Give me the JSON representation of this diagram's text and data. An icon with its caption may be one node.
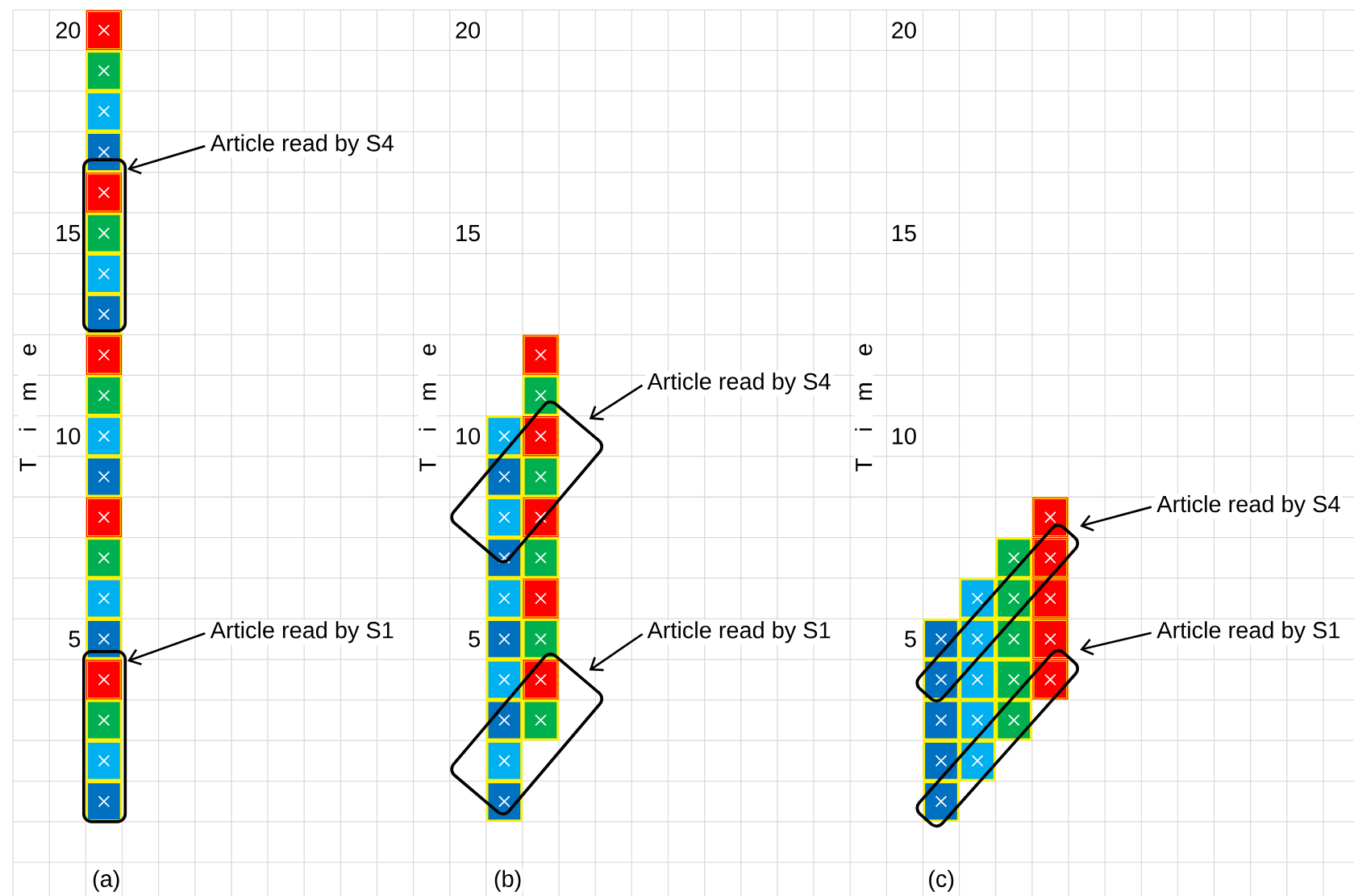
{
  "diagram": {
    "nodes": [
      {
        "text": [
          "Article read by S4"
        ]
      },
      {
        "text": [],
        "shape": "box"
      },
      {
        "text": [
          "Article read by S1"
        ]
      },
      {
        "text": [],
        "shape": "box"
      },
      {
        "text": [
          "Article read by S4"
        ]
      },
      {
        "text": [],
        "shape": "box"
      },
      {
        "text": [
          "Article read by S1"
        ]
      },
      {
        "text": [],
        "shape": "box"
      },
      {
        "text": [
          "Article read by S4"
        ]
      },
      {
        "text": [],
        "shape": "box"
      },
      {
        "text": [
          "Article read by S1"
        ]
      },
      {
        "text": [],
        "shape": "box"
      }
    ],
    "edges": [
      {
        "from": 0,
        "to": 1,
        "arrow": "to"
      },
      {
        "from": 2,
        "to": 3,
        "arrow": "to"
      },
      {
        "from": 4,
        "to": 5,
        "arrow": "to"
      },
      {
        "from": 6,
        "to": 7,
        "arrow": "to"
      },
      {
        "from": 8,
        "to": 9,
        "arrow": "to"
      },
      {
        "from": 10,
        "to": 11,
        "arrow": "to"
      }
    ],
    "labels": [
      "20",
      "15",
      "T i m e",
      "10",
      "5",
      "(a)",
      "20",
      "15",
      "T i m e",
      "10",
      "5",
      "(b)",
      "20",
      "15",
      "T i m e",
      "10",
      "5",
      "(c)"
    ]
  }
}
